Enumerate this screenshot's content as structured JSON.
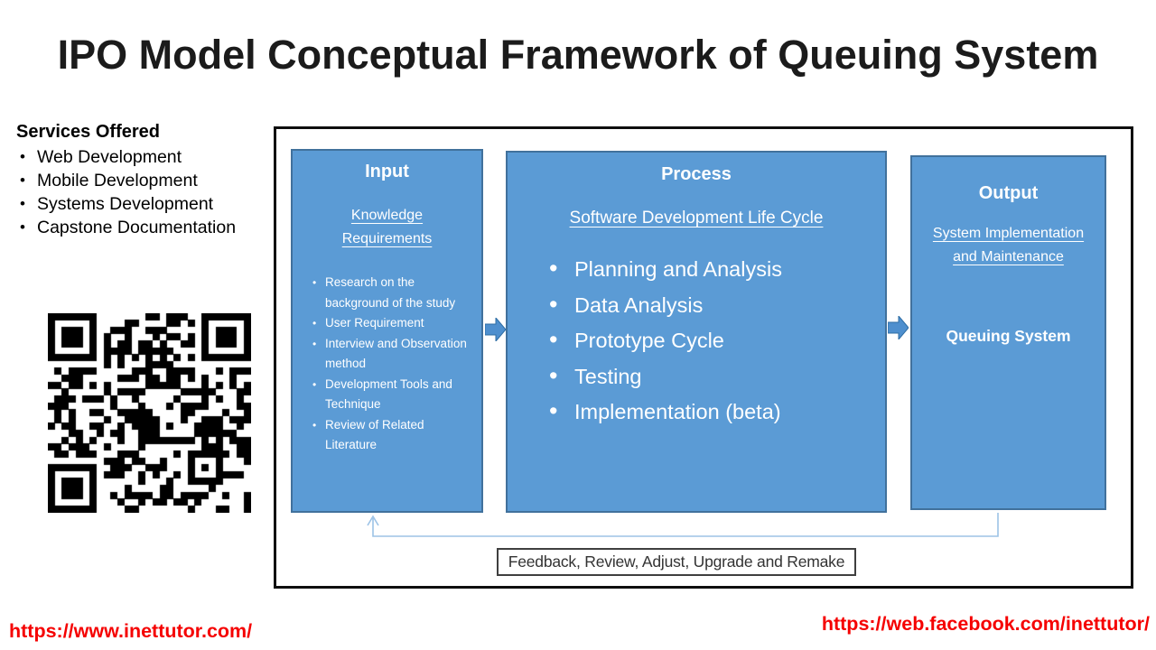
{
  "title": "IPO Model Conceptual Framework of Queuing System",
  "services": {
    "heading": "Services Offered",
    "items": [
      "Web Development",
      "Mobile Development",
      "Systems Development",
      "Capstone Documentation"
    ]
  },
  "diagram": {
    "input": {
      "heading": "Input",
      "subtitle": "Knowledge Requirements",
      "items": [
        "Research on the background of the study",
        "User Requirement",
        "Interview and Observation method",
        "Development Tools and Technique",
        "Review of Related Literature"
      ]
    },
    "process": {
      "heading": "Process",
      "subtitle": "Software Development Life Cycle",
      "items": [
        "Planning and Analysis",
        "Data Analysis",
        "Prototype Cycle",
        "Testing",
        "Implementation (beta)"
      ]
    },
    "output": {
      "heading": "Output",
      "subtitle": "System Implementation and Maintenance",
      "label": "Queuing System"
    },
    "feedback_label": "Feedback, Review, Adjust, Upgrade and Remake"
  },
  "footer": {
    "left_url": "https://www.inettutor.com/",
    "right_url": "https://web.facebook.com/inettutor/"
  },
  "colors": {
    "box_fill": "#5b9bd5",
    "box_border": "#41719c",
    "arrow_fill": "#4e8fce",
    "arrow_border": "#2e6da4",
    "feedback_line": "#9dc3e6",
    "url_red": "#f50000"
  }
}
